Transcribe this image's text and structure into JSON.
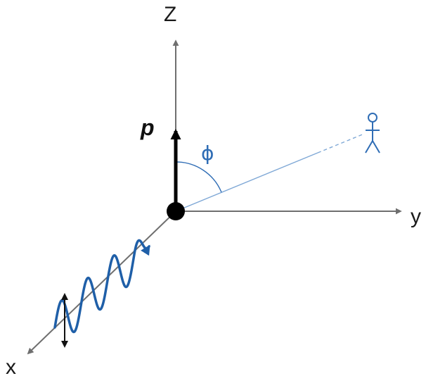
{
  "labels": {
    "z_axis": "Z",
    "y_axis": "y",
    "x_axis": "x",
    "dipole_vector": "p",
    "angle": "ϕ"
  },
  "colors": {
    "axis": "#6f6f6f",
    "dipole": "#000000",
    "observer": "#2f6db5",
    "wave": "#1f5fa8",
    "angle": "#2f6db5",
    "polarization": "#111111"
  },
  "icons": {
    "observer": "stick-figure-icon",
    "origin": "dipole-point"
  }
}
